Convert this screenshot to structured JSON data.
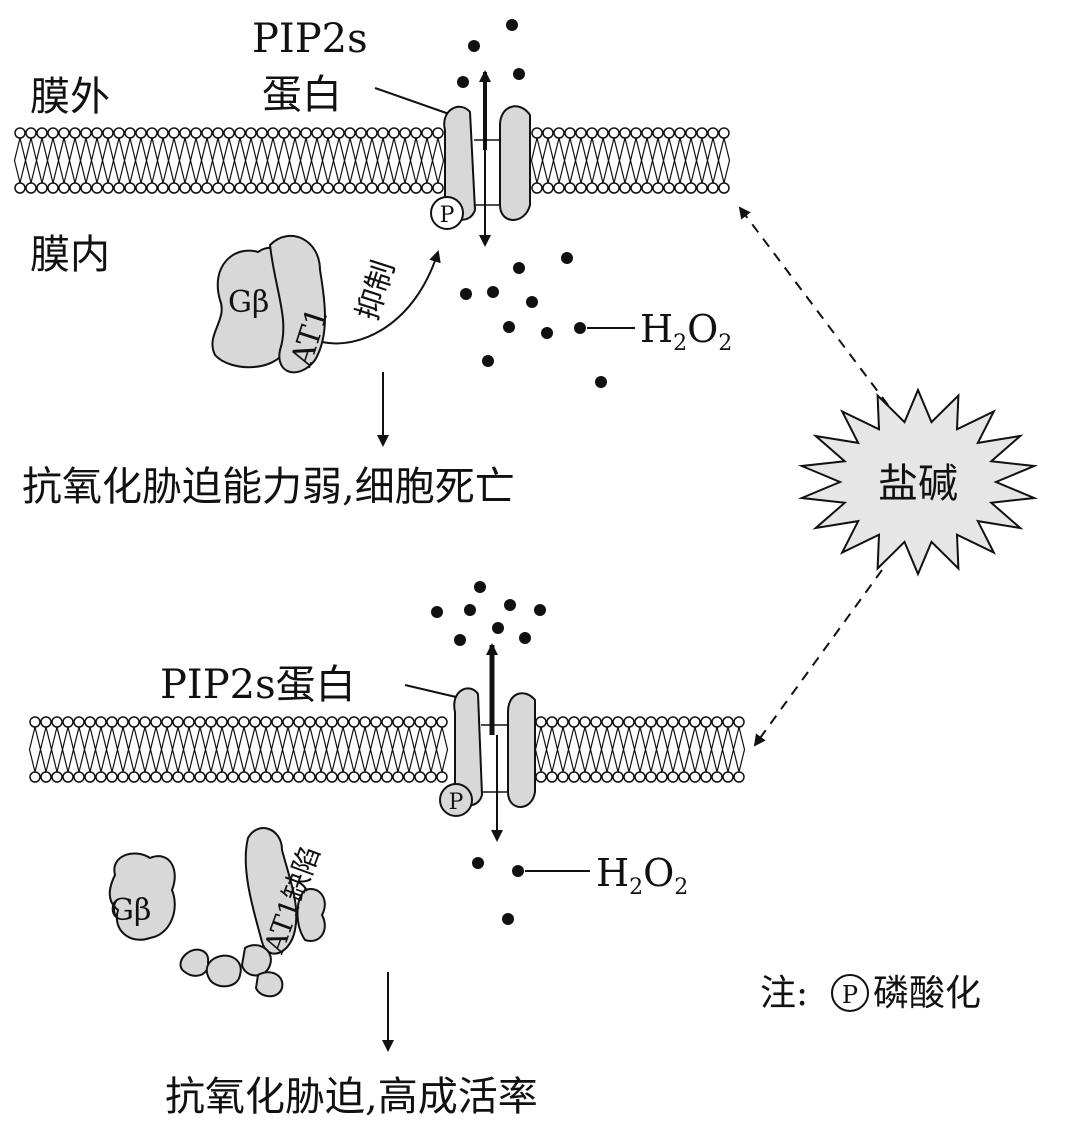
{
  "top_panel": {
    "label_outside": "膜外",
    "label_inside": "膜内",
    "pip_label_line1": "PIP2s",
    "pip_label_line2": "蛋白",
    "phospho_symbol": "P",
    "gbeta": "Gβ",
    "at1": "AT1",
    "inhibit": "抑制",
    "h2o2_main": "H",
    "h2o2_sub1": "2",
    "h2o2_o": "O",
    "h2o2_sub2": "2",
    "result": "抗氧化胁迫能力弱,细胞死亡"
  },
  "stress": {
    "label": "盐碱"
  },
  "bottom_panel": {
    "pip_label": "PIP2s蛋白",
    "phospho_symbol": "P",
    "gbeta": "Gβ",
    "at1_defect": "AT1缺陷",
    "h2o2_main": "H",
    "h2o2_sub1": "2",
    "h2o2_o": "O",
    "h2o2_sub2": "2",
    "result": "抗氧化胁迫,高成活率"
  },
  "note": {
    "prefix": "注:",
    "symbol": "P",
    "text": "磷酸化"
  }
}
